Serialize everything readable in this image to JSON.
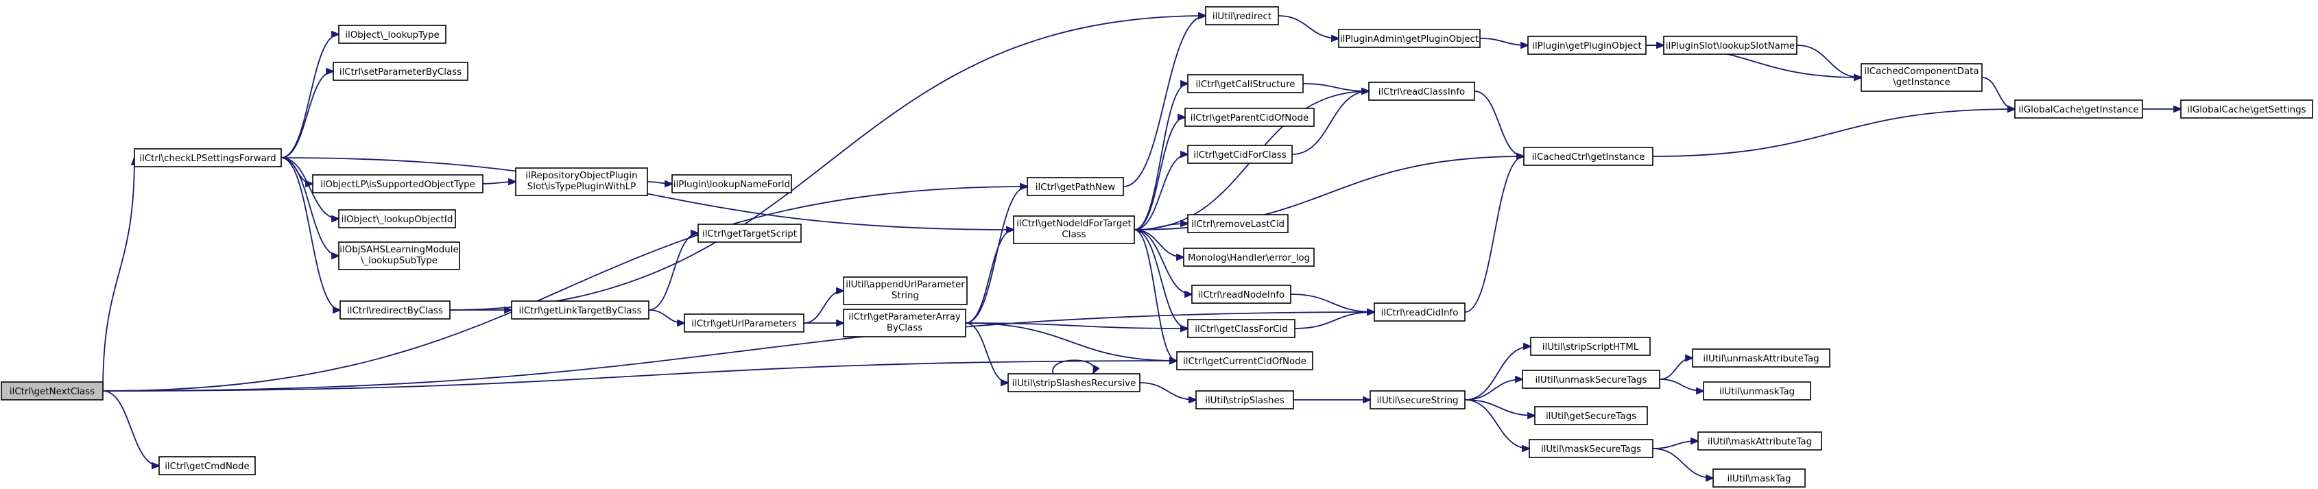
{
  "nodes": {
    "root": "ilCtrl\\getNextClass",
    "checkLP": "ilCtrl\\checkLPSettingsForward",
    "getCmdNode": "ilCtrl\\getCmdNode",
    "lookupType": "ilObject\\_lookupType",
    "setParam": "ilCtrl\\setParameterByClass",
    "lpSupported": "ilObjectLP\\isSupportedObjectType",
    "lookupObjId": "ilObject\\_lookupObjectId",
    "scorm": [
      "ilObjSAHSLearningModule",
      "\\_lookupSubType"
    ],
    "redirectByClass": "ilCtrl\\redirectByClass",
    "repoPlugin": [
      "ilRepositoryObjectPlugin",
      "Slot\\isTypePluginWithLP"
    ],
    "lookupNameForId": "ilPlugin\\lookupNameForId",
    "getTargetScript": "ilCtrl\\getTargetScript",
    "getLinkTarget": "ilCtrl\\getLinkTargetByClass",
    "getUrlParams": "ilCtrl\\getUrlParameters",
    "appendUrl": [
      "ilUtil\\appendUrlParameter",
      "String"
    ],
    "getParamArray": [
      "ilCtrl\\getParameterArray",
      "ByClass"
    ],
    "stripRecursive": "ilUtil\\stripSlashesRecursive",
    "getNodeId": [
      "ilCtrl\\getNodeIdForTarget",
      "Class"
    ],
    "getPathNew": "ilCtrl\\getPathNew",
    "redirect": "ilUtil\\redirect",
    "pluginAdmin": "ilPluginAdmin\\getPluginObject",
    "pluginObj": "ilPlugin\\getPluginObject",
    "pluginSlot": "ilPluginSlot\\lookupSlotName",
    "getCallStructure": "ilCtrl\\getCallStructure",
    "getParentCid": "ilCtrl\\getParentCidOfNode",
    "getCidForClass": "ilCtrl\\getCidForClass",
    "removeLastCid": "ilCtrl\\removeLastCid",
    "monolog": "Monolog\\Handler\\error_log",
    "readNodeInfo": "ilCtrl\\readNodeInfo",
    "getClassForCid": "ilCtrl\\getClassForCid",
    "getCurrentCid": "ilCtrl\\getCurrentCidOfNode",
    "stripSlashes": "ilUtil\\stripSlashes",
    "readClassInfo": "ilCtrl\\readClassInfo",
    "readCidInfo": "ilCtrl\\readCidInfo",
    "cachedCtrl": "ilCachedCtrl\\getInstance",
    "cachedComp": [
      "ilCachedComponentData",
      "\\getInstance"
    ],
    "globalCache": "ilGlobalCache\\getInstance",
    "getSettings": "ilGlobalCache\\getSettings",
    "secureString": "ilUtil\\secureString",
    "stripScriptHTML": "ilUtil\\stripScriptHTML",
    "unmaskSecureTags": "ilUtil\\unmaskSecureTags",
    "getSecureTags": "ilUtil\\getSecureTags",
    "maskSecureTags": "ilUtil\\maskSecureTags",
    "unmaskAttrTag": "ilUtil\\unmaskAttributeTag",
    "unmaskTag": "ilUtil\\unmaskTag",
    "maskAttrTag": "ilUtil\\maskAttributeTag",
    "maskTag": "ilUtil\\maskTag"
  },
  "edges": [
    [
      "root",
      "checkLP"
    ],
    [
      "root",
      "getCmdNode"
    ],
    [
      "root",
      "getPathNew"
    ],
    [
      "root",
      "getCurrentCid"
    ],
    [
      "root",
      "readCidInfo"
    ],
    [
      "checkLP",
      "lookupType"
    ],
    [
      "checkLP",
      "setParam"
    ],
    [
      "checkLP",
      "lpSupported"
    ],
    [
      "checkLP",
      "lookupObjId"
    ],
    [
      "checkLP",
      "scorm"
    ],
    [
      "checkLP",
      "redirectByClass"
    ],
    [
      "checkLP",
      "getNodeId"
    ],
    [
      "lpSupported",
      "repoPlugin"
    ],
    [
      "repoPlugin",
      "lookupNameForId"
    ],
    [
      "redirectByClass",
      "getLinkTarget"
    ],
    [
      "redirectByClass",
      "redirect"
    ],
    [
      "getLinkTarget",
      "getTargetScript"
    ],
    [
      "getLinkTarget",
      "getUrlParams"
    ],
    [
      "getUrlParams",
      "appendUrl"
    ],
    [
      "getUrlParams",
      "getParamArray"
    ],
    [
      "getParamArray",
      "getNodeId"
    ],
    [
      "getParamArray",
      "getPathNew"
    ],
    [
      "getParamArray",
      "stripRecursive"
    ],
    [
      "getParamArray",
      "getClassForCid"
    ],
    [
      "getParamArray",
      "getCurrentCid"
    ],
    [
      "stripRecursive",
      "stripRecursive"
    ],
    [
      "stripRecursive",
      "stripSlashes"
    ],
    [
      "getNodeId",
      "getCallStructure"
    ],
    [
      "getNodeId",
      "getParentCid"
    ],
    [
      "getNodeId",
      "getCidForClass"
    ],
    [
      "getNodeId",
      "removeLastCid"
    ],
    [
      "getNodeId",
      "monolog"
    ],
    [
      "getNodeId",
      "readNodeInfo"
    ],
    [
      "getNodeId",
      "getClassForCid"
    ],
    [
      "getNodeId",
      "getCurrentCid"
    ],
    [
      "getNodeId",
      "readClassInfo"
    ],
    [
      "getNodeId",
      "cachedCtrl"
    ],
    [
      "getPathNew",
      "redirect"
    ],
    [
      "redirect",
      "pluginAdmin"
    ],
    [
      "pluginAdmin",
      "pluginObj"
    ],
    [
      "pluginObj",
      "pluginSlot"
    ],
    [
      "pluginObj",
      "cachedComp"
    ],
    [
      "pluginSlot",
      "cachedComp"
    ],
    [
      "cachedComp",
      "globalCache"
    ],
    [
      "globalCache",
      "getSettings"
    ],
    [
      "getCallStructure",
      "readClassInfo"
    ],
    [
      "getCidForClass",
      "readClassInfo"
    ],
    [
      "readClassInfo",
      "cachedCtrl"
    ],
    [
      "cachedCtrl",
      "globalCache"
    ],
    [
      "readNodeInfo",
      "readCidInfo"
    ],
    [
      "getClassForCid",
      "readCidInfo"
    ],
    [
      "readCidInfo",
      "cachedCtrl"
    ],
    [
      "stripSlashes",
      "secureString"
    ],
    [
      "secureString",
      "stripScriptHTML"
    ],
    [
      "secureString",
      "unmaskSecureTags"
    ],
    [
      "secureString",
      "getSecureTags"
    ],
    [
      "secureString",
      "maskSecureTags"
    ],
    [
      "unmaskSecureTags",
      "unmaskAttrTag"
    ],
    [
      "unmaskSecureTags",
      "unmaskTag"
    ],
    [
      "maskSecureTags",
      "maskAttrTag"
    ],
    [
      "maskSecureTags",
      "maskTag"
    ]
  ],
  "colors": {
    "edge": "#191970",
    "node_border": "#000000",
    "root_fill": "#bfbfbf"
  }
}
